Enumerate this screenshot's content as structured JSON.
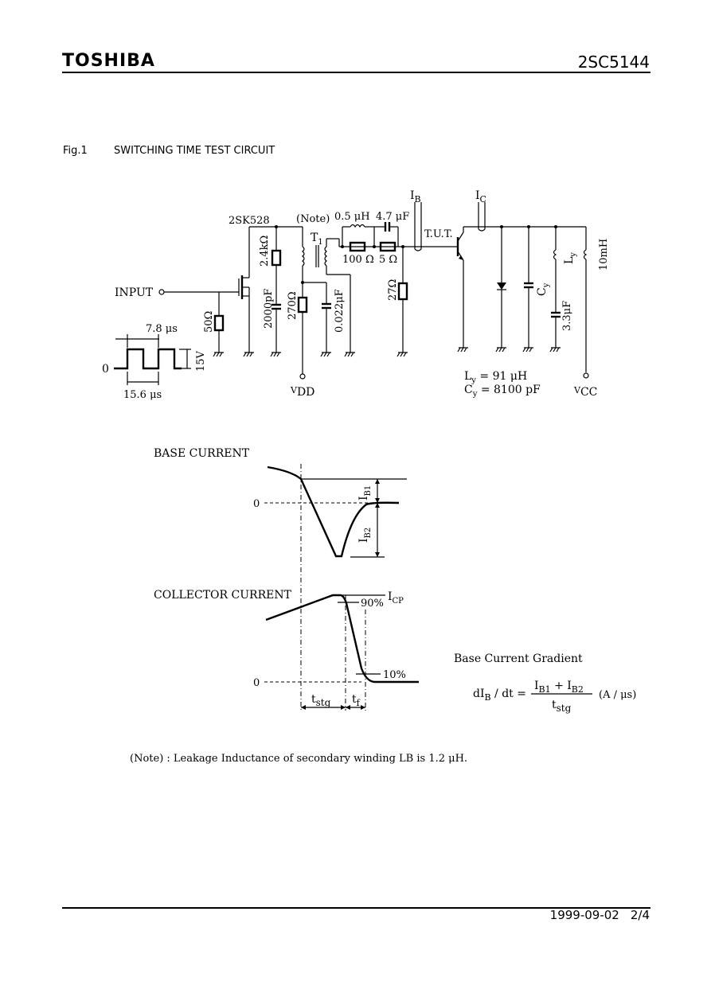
{
  "header": {
    "logo": "TOSHIBA",
    "part_number": "2SC5144"
  },
  "figure": {
    "number": "Fig.1",
    "title": "SWITCHING TIME TEST CIRCUIT"
  },
  "circuit": {
    "ib": "I",
    "ib_sub": "B",
    "ic": "I",
    "ic_sub": "C",
    "fet": "2SK528",
    "note_tag": "(Note)",
    "l_05": "0.5 μH",
    "c_47": "4.7 μF",
    "t1": "T",
    "t1_sub": "1",
    "tut": "T.U.T.",
    "r_24k": "2.4kΩ",
    "r_100": "100 Ω",
    "r_5": "5 Ω",
    "r_10mh": "10mH",
    "ly": "L",
    "ly_sub": "y",
    "input": "INPUT",
    "c_2000": "2000pF",
    "r_270": "270Ω",
    "c_0022": "0.022μF",
    "r_27": "27Ω",
    "cy": "C",
    "cy_sub": "y",
    "c_33": "3.3μF",
    "r_50": "50Ω",
    "pulse_width": "7.8 μs",
    "pulse_period": "15.6 μs",
    "pulse_amp": "15V",
    "pulse_zero": "0",
    "vdd": "V",
    "vdd_sub": "DD",
    "vcc": "V",
    "vcc_sub": "CC",
    "ly_val_a": "L",
    "ly_val_sub": "y",
    "ly_val_b": " = 91 μH",
    "cy_val_a": "C",
    "cy_val_sub": "y",
    "cy_val_b": " = 8100 pF"
  },
  "waveforms": {
    "base_title": "BASE CURRENT",
    "collector_title": "COLLECTOR CURRENT",
    "zero": "0",
    "ib1": "I",
    "ib1_sub": "B1",
    "ib2": "I",
    "ib2_sub": "B2",
    "pct90": "90%",
    "pct10": "10%",
    "icp": "I",
    "icp_sub": "CP",
    "tstg": "t",
    "tstg_sub": "stg",
    "tf": "t",
    "tf_sub": "f"
  },
  "gradient": {
    "title": "Base Current Gradient",
    "lhs_a": "dI",
    "lhs_sub": "B",
    "lhs_b": " / dt =",
    "num_a": "I",
    "num_sub1": "B1",
    "num_b": " + I",
    "num_sub2": "B2",
    "den_a": "t",
    "den_sub": "stg",
    "unit": "(A / μs)"
  },
  "note": "(Note) : Leakage Inductance of secondary winding LB is 1.2 μH.",
  "footer": {
    "date": "1999-09-02",
    "page": "2/4"
  }
}
